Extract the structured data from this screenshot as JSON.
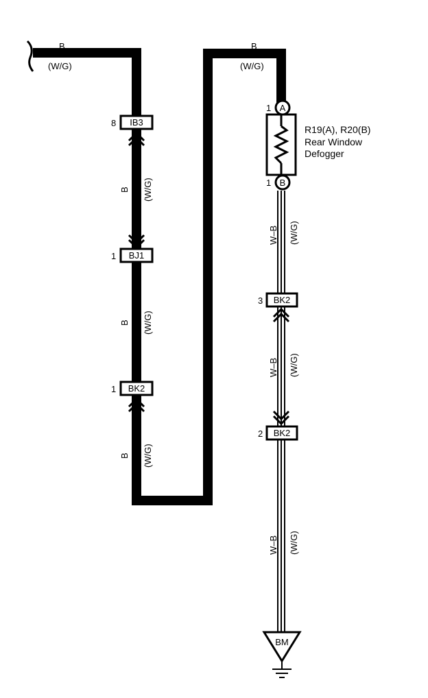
{
  "top_left_wire": {
    "color_code": "B",
    "alt_color_code": "(W/G)"
  },
  "top_right_wire": {
    "color_code": "B",
    "alt_color_code": "(W/G)"
  },
  "left_segments": [
    {
      "color_code": "B",
      "alt_color_code": "(W/G)"
    },
    {
      "color_code": "B",
      "alt_color_code": "(W/G)"
    },
    {
      "color_code": "B",
      "alt_color_code": "(W/G)"
    }
  ],
  "right_segments": [
    {
      "color_code": "W–B",
      "alt_color_code": "(W/G)"
    },
    {
      "color_code": "W–B",
      "alt_color_code": "(W/G)"
    },
    {
      "color_code": "W–B",
      "alt_color_code": "(W/G)"
    }
  ],
  "connectors": {
    "ib3": {
      "name": "IB3",
      "pin": "8"
    },
    "bj1": {
      "name": "BJ1",
      "pin": "1"
    },
    "bk2_left": {
      "name": "BK2",
      "pin": "1"
    },
    "bk2_right_upper": {
      "name": "BK2",
      "pin": "3"
    },
    "bk2_right_lower": {
      "name": "BK2",
      "pin": "2"
    }
  },
  "component": {
    "ref": "R19(A), R20(B)",
    "name_line1": "Rear Window",
    "name_line2": "Defogger",
    "pin_a": {
      "letter": "A",
      "pin": "1"
    },
    "pin_b": {
      "letter": "B",
      "pin": "1"
    }
  },
  "ground": {
    "name": "BM"
  }
}
